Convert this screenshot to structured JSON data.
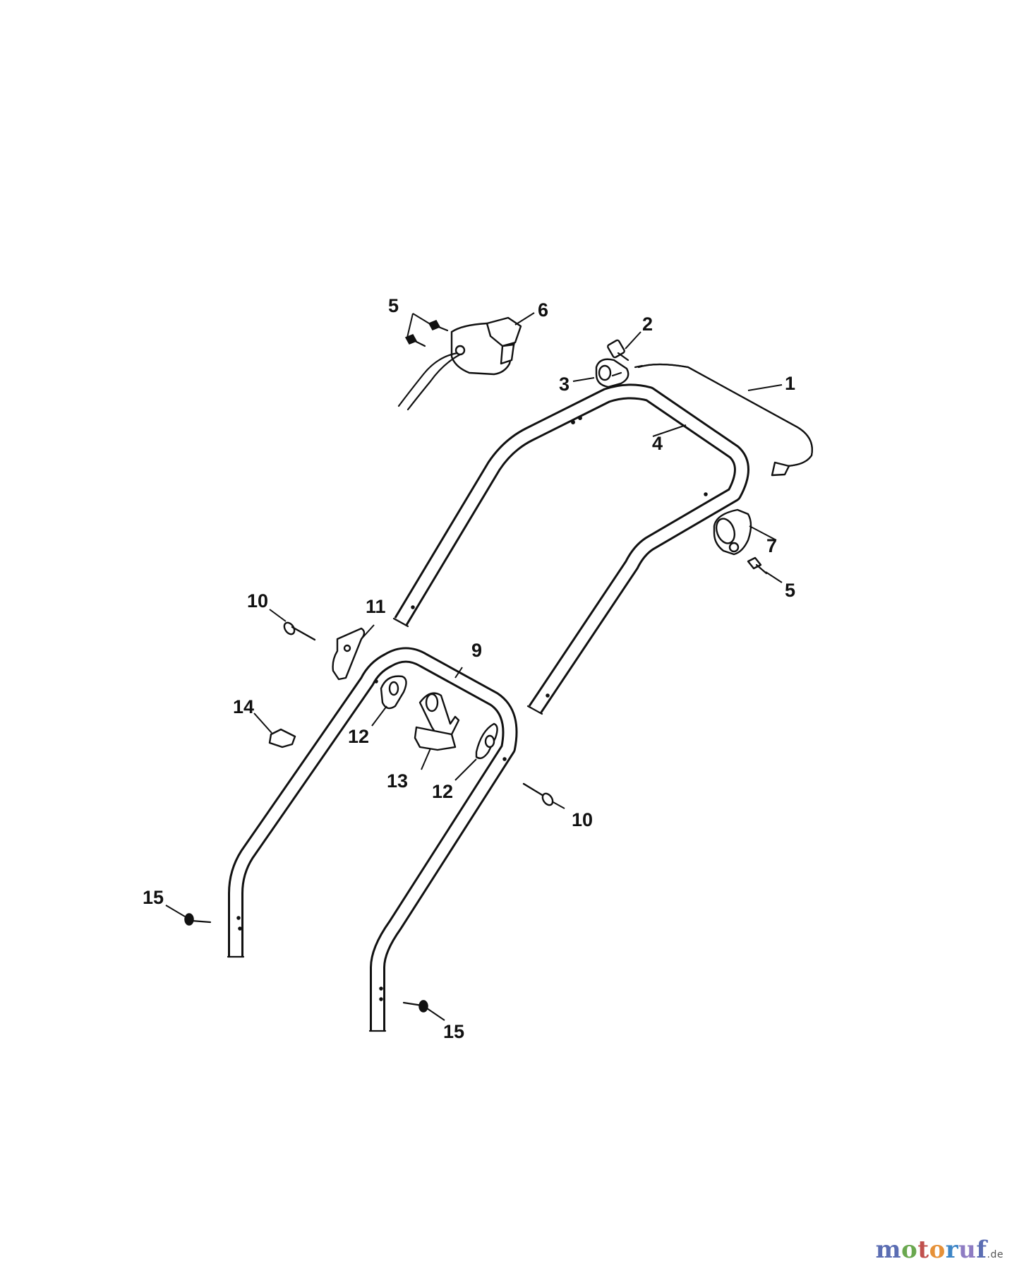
{
  "callouts": [
    {
      "id": "c1",
      "label": "1"
    },
    {
      "id": "c2",
      "label": "2"
    },
    {
      "id": "c3",
      "label": "3"
    },
    {
      "id": "c4",
      "label": "4"
    },
    {
      "id": "c5a",
      "label": "5"
    },
    {
      "id": "c5b",
      "label": "5"
    },
    {
      "id": "c6",
      "label": "6"
    },
    {
      "id": "c7",
      "label": "7"
    },
    {
      "id": "c9",
      "label": "9"
    },
    {
      "id": "c10a",
      "label": "10"
    },
    {
      "id": "c10b",
      "label": "10"
    },
    {
      "id": "c11",
      "label": "11"
    },
    {
      "id": "c12a",
      "label": "12"
    },
    {
      "id": "c12b",
      "label": "12"
    },
    {
      "id": "c13",
      "label": "13"
    },
    {
      "id": "c14",
      "label": "14"
    },
    {
      "id": "c15a",
      "label": "15"
    },
    {
      "id": "c15b",
      "label": "15"
    }
  ],
  "watermark": {
    "parts": [
      "m",
      "o",
      "t",
      "o",
      "r",
      "u",
      "f"
    ],
    "tld": ".de"
  }
}
